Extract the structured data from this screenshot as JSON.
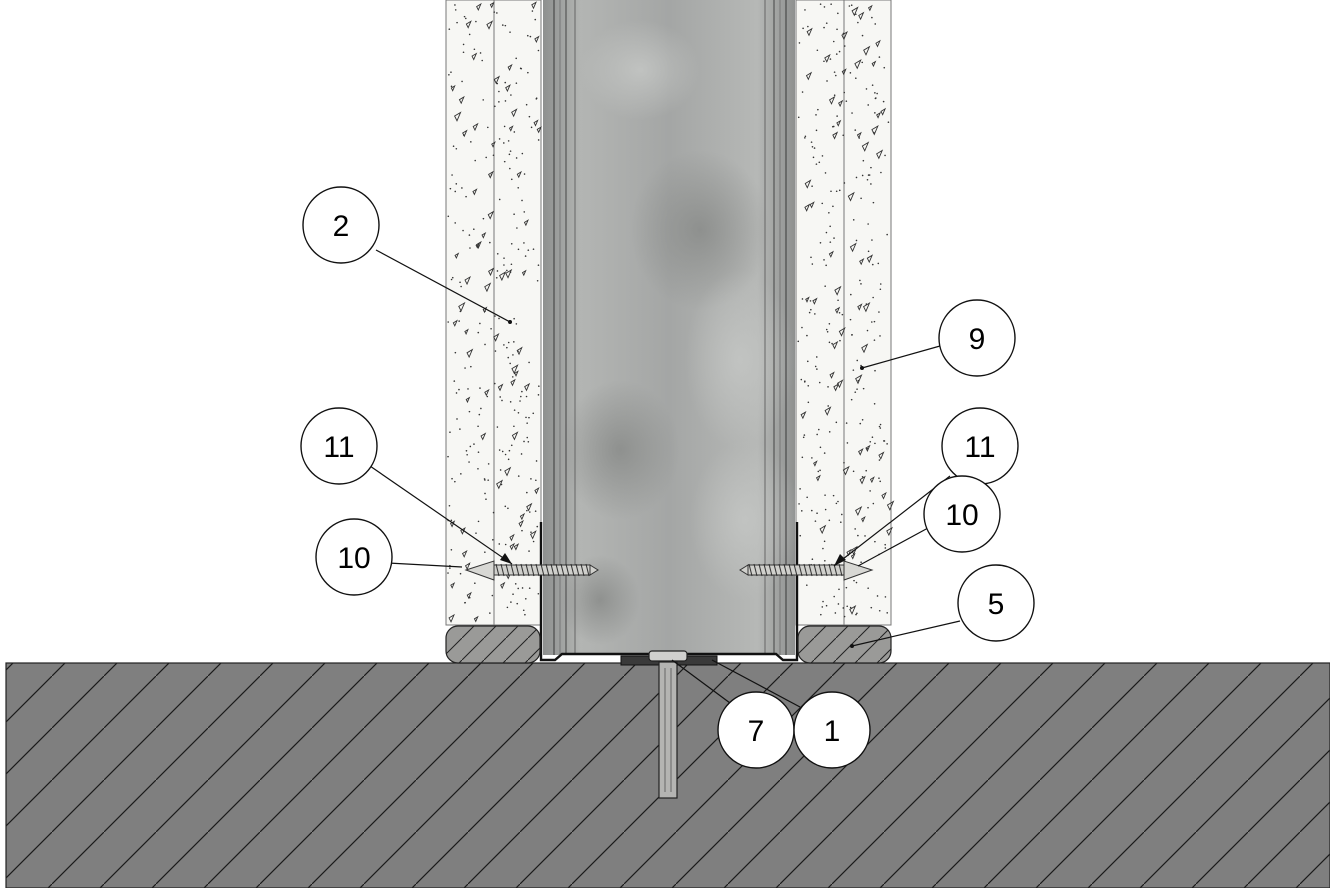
{
  "callouts": [
    {
      "id": "c2",
      "label": "2"
    },
    {
      "id": "c9",
      "label": "9"
    },
    {
      "id": "c11l",
      "label": "11"
    },
    {
      "id": "c11r",
      "label": "11"
    },
    {
      "id": "c10l",
      "label": "10"
    },
    {
      "id": "c10r",
      "label": "10"
    },
    {
      "id": "c5",
      "label": "5"
    },
    {
      "id": "c7",
      "label": "7"
    },
    {
      "id": "c1",
      "label": "1"
    }
  ],
  "colors": {
    "floor": "#7f7f7f",
    "hatch": "#1a1a1a",
    "board": "#f7f7f4",
    "stud": "#a9aba9",
    "stud_dark": "#8d8f8e",
    "sealant": "#9a9a98",
    "outline": "#222222"
  }
}
